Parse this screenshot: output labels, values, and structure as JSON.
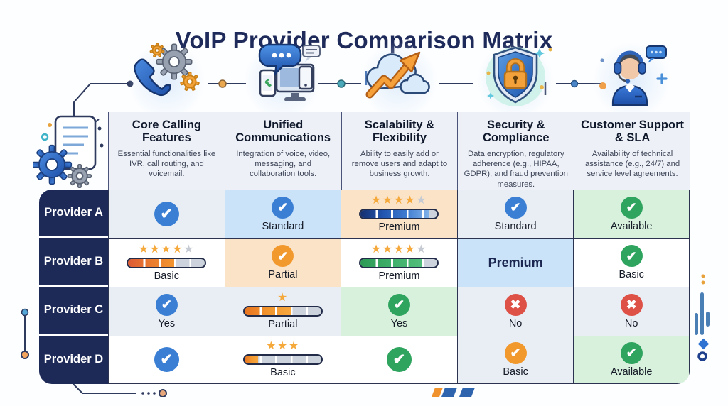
{
  "title": "VoIP Provider Comparison Matrix",
  "colors": {
    "navy": "#1d2a58",
    "cell_bg": {
      "white": "#ffffff",
      "lightgray": "#e9eef5",
      "lightblue": "#cbe3f8",
      "peach": "#fbe3c7",
      "lightgreen": "#d8f1dc"
    },
    "marks": {
      "blue": "#3b7fd4",
      "green": "#2fa45f",
      "orange": "#f2992e",
      "red": "#dd5147"
    },
    "star_filled": "#f5a93b",
    "star_empty": "#c5cad3",
    "bar_track": "#ccd3dc",
    "bar_fills": {
      "blue": "linear-gradient(90deg,#16306e,#2155b0,#3f7cd0,#7fb0e8)",
      "redorange": "linear-gradient(90deg,#dd5b35,#ea7c30,#f2962f)",
      "green": "linear-gradient(90deg,#2c9a55,#3fb06b,#53bd7d)",
      "orange": "linear-gradient(90deg,#e8731f,#f2962f,#f6a83f)"
    }
  },
  "icons": {
    "side_illustration": "document-gears-icon",
    "connector_dots": [
      "navy-dot",
      "orange-dot",
      "teal-dot",
      "blue-dot"
    ]
  },
  "columns": [
    {
      "id": "core-calling",
      "icon": "phone-gear-icon",
      "title": "Core Calling Features",
      "description": "Essential functionalities like IVR, call routing, and voicemail."
    },
    {
      "id": "unified-comms",
      "icon": "chat-devices-icon",
      "title": "Unified Communications",
      "description": "Integration of voice, video, messaging, and collaboration tools."
    },
    {
      "id": "scalability",
      "icon": "cloud-growth-icon",
      "title": "Scalability & Flexibility",
      "description": "Ability to easily add or remove users and adapt to business growth."
    },
    {
      "id": "security",
      "icon": "shield-lock-icon",
      "title": "Security & Compliance",
      "description": "Data encryption, regulatory adherence (e.g., HIPAA, GDPR), and fraud prevention measures."
    },
    {
      "id": "support",
      "icon": "support-agent-icon",
      "title": "Customer Support & SLA",
      "description": "Availability of technical assistance (e.g., 24/7) and service level agreements."
    }
  ],
  "rows": [
    {
      "provider": "Provider A",
      "cells": [
        {
          "type": "check",
          "color": "blue",
          "bg": "lightgray"
        },
        {
          "type": "check",
          "color": "blue",
          "label": "Standard",
          "bg": "lightblue"
        },
        {
          "type": "stars-bar",
          "stars_filled": 4,
          "stars_gray": 1,
          "bar_percent": 88,
          "bar_color": "blue",
          "label": "Premium",
          "bg": "peach"
        },
        {
          "type": "check",
          "color": "blue",
          "label": "Standard",
          "bg": "lightgray"
        },
        {
          "type": "check",
          "color": "green",
          "label": "Available",
          "bg": "lightgreen"
        }
      ]
    },
    {
      "provider": "Provider B",
      "cells": [
        {
          "type": "stars-bar",
          "stars_filled": 4,
          "stars_gray": 1,
          "bar_percent": 62,
          "bar_color": "redorange",
          "label": "Basic",
          "bg": "white"
        },
        {
          "type": "check",
          "color": "orange",
          "label": "Partial",
          "bg": "peach"
        },
        {
          "type": "stars-bar",
          "stars_filled": 4,
          "stars_gray": 1,
          "bar_percent": 82,
          "bar_color": "green",
          "label": "Premium",
          "bg": "white"
        },
        {
          "type": "text",
          "label": "Premium",
          "bg": "lightblue"
        },
        {
          "type": "check",
          "color": "green",
          "label": "Basic",
          "bg": "white"
        }
      ]
    },
    {
      "provider": "Provider C",
      "cells": [
        {
          "type": "check",
          "color": "blue",
          "label": "Yes",
          "bg": "lightgray"
        },
        {
          "type": "stars-bar",
          "stars_filled": 1,
          "stars_gray": 0,
          "bar_percent": 62,
          "bar_color": "orange",
          "label": "Partial",
          "bg": "lightgray"
        },
        {
          "type": "check",
          "color": "green",
          "label": "Yes",
          "bg": "lightgreen"
        },
        {
          "type": "cross",
          "color": "red",
          "label": "No",
          "bg": "lightgray"
        },
        {
          "type": "cross",
          "color": "red",
          "label": "No",
          "bg": "lightgray"
        }
      ]
    },
    {
      "provider": "Provider D",
      "cells": [
        {
          "type": "check",
          "color": "blue",
          "bg": "white"
        },
        {
          "type": "stars-bar",
          "stars_filled": 3,
          "stars_gray": 0,
          "bar_percent": 18,
          "bar_color": "orange",
          "label": "Basic",
          "bg": "white"
        },
        {
          "type": "check",
          "color": "green",
          "bg": "white"
        },
        {
          "type": "check",
          "color": "orange",
          "label": "Basic",
          "bg": "lightgray"
        },
        {
          "type": "check",
          "color": "green",
          "label": "Available",
          "bg": "lightgreen"
        }
      ]
    }
  ],
  "chart_data": {
    "type": "table",
    "title": "VoIP Provider Comparison Matrix",
    "columns": [
      "Core Calling Features",
      "Unified Communications",
      "Scalability & Flexibility",
      "Security & Compliance",
      "Customer Support & SLA"
    ],
    "rows": [
      {
        "provider": "Provider A",
        "values": [
          "yes (check)",
          "Standard (check)",
          "Premium (4/5 stars, 88% bar)",
          "Standard (check)",
          "Available (check)"
        ]
      },
      {
        "provider": "Provider B",
        "values": [
          "Basic (4/5 stars, 62% bar)",
          "Partial (check)",
          "Premium (4/5 stars, 82% bar)",
          "Premium",
          "Basic (check)"
        ]
      },
      {
        "provider": "Provider C",
        "values": [
          "Yes (check)",
          "Partial (1 star, 62% bar)",
          "Yes (check)",
          "No (cross)",
          "No (cross)"
        ]
      },
      {
        "provider": "Provider D",
        "values": [
          "yes (check)",
          "Basic (3 stars, 18% bar)",
          "yes (check)",
          "Basic (check)",
          "Available (check)"
        ]
      }
    ]
  }
}
